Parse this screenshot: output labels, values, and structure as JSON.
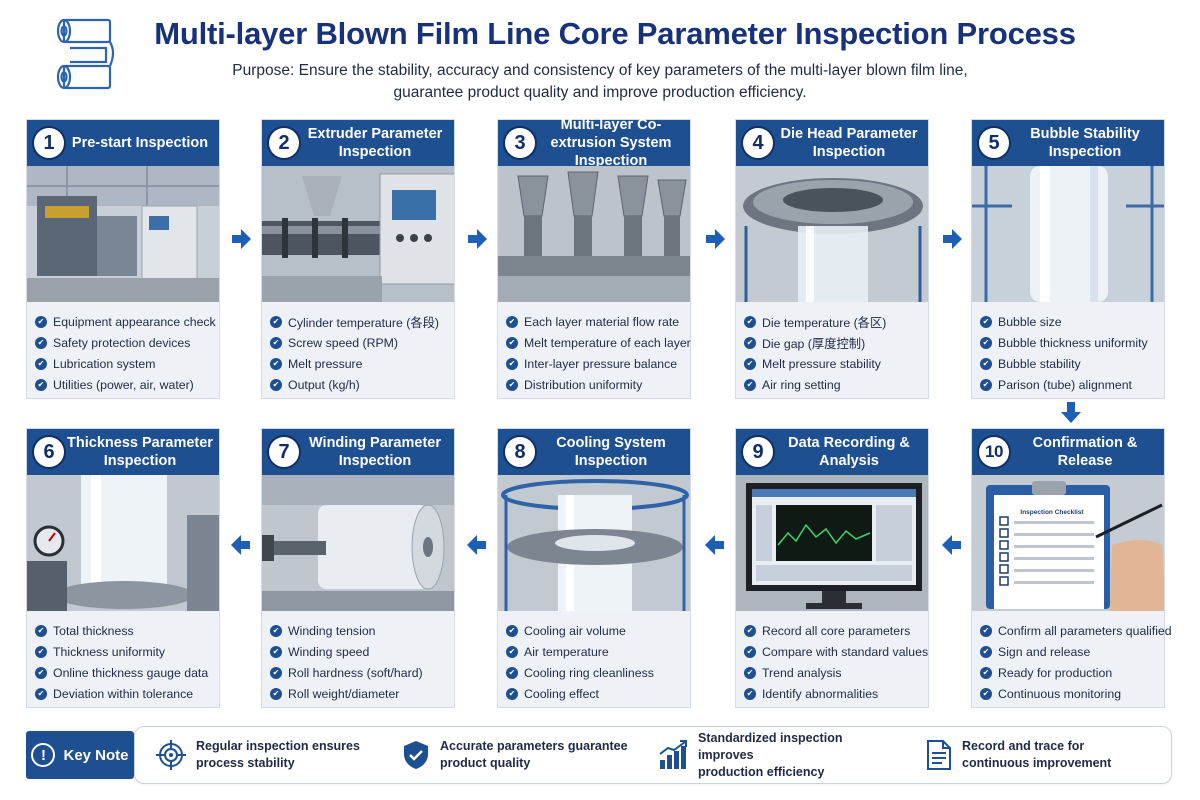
{
  "header": {
    "title": "Multi-layer Blown Film Line Core Parameter Inspection Process",
    "purpose_line1": "Purpose: Ensure the stability, accuracy and consistency of key parameters of the multi-layer blown film line,",
    "purpose_line2": "guarantee product quality and improve production efficiency."
  },
  "steps": [
    {
      "num": "1",
      "title": "Pre-start Inspection",
      "items": [
        "Equipment appearance check",
        "Safety protection devices",
        "Lubrication system",
        "Utilities (power, air, water)"
      ]
    },
    {
      "num": "2",
      "title": "Extruder Parameter Inspection",
      "items": [
        "Cylinder temperature (各段)",
        "Screw speed (RPM)",
        "Melt pressure",
        "Output (kg/h)"
      ]
    },
    {
      "num": "3",
      "title": "Multi-layer Co-extrusion System Inspection",
      "items": [
        "Each layer material flow rate",
        "Melt temperature of each layer",
        "Inter-layer pressure balance",
        "Distribution uniformity"
      ]
    },
    {
      "num": "4",
      "title": "Die Head Parameter Inspection",
      "items": [
        "Die temperature (各区)",
        "Die gap (厚度控制)",
        "Melt pressure stability",
        "Air ring setting"
      ]
    },
    {
      "num": "5",
      "title": "Bubble Stability Inspection",
      "items": [
        "Bubble size",
        "Bubble thickness uniformity",
        "Bubble stability",
        "Parison (tube) alignment"
      ]
    },
    {
      "num": "6",
      "title": "Thickness Parameter Inspection",
      "items": [
        "Total thickness",
        "Thickness uniformity",
        "Online thickness gauge data",
        "Deviation within tolerance"
      ]
    },
    {
      "num": "7",
      "title": "Winding Parameter Inspection",
      "items": [
        "Winding tension",
        "Winding speed",
        "Roll hardness (soft/hard)",
        "Roll weight/diameter"
      ]
    },
    {
      "num": "8",
      "title": "Cooling System Inspection",
      "items": [
        "Cooling air volume",
        "Air temperature",
        "Cooling ring cleanliness",
        "Cooling effect"
      ]
    },
    {
      "num": "9",
      "title": "Data Recording & Analysis",
      "items": [
        "Record all core parameters",
        "Compare with standard values",
        "Trend analysis",
        "Identify abnormalities"
      ]
    },
    {
      "num": "10",
      "title": "Confirmation & Release",
      "items": [
        "Confirm all parameters qualified",
        "Sign and release",
        "Ready for production",
        "Continuous monitoring"
      ]
    }
  ],
  "photo_text": {
    "checklist_title": "Inspection Checklist"
  },
  "key_note": {
    "label": "Key Note",
    "items": [
      {
        "icon": "target-icon",
        "line1": "Regular inspection ensures",
        "line2": "process stability"
      },
      {
        "icon": "shield-check-icon",
        "line1": "Accurate parameters guarantee",
        "line2": "product quality"
      },
      {
        "icon": "growth-chart-icon",
        "line1": "Standardized inspection improves",
        "line2": "production efficiency"
      },
      {
        "icon": "document-icon",
        "line1": "Record and trace for",
        "line2": "continuous improvement"
      }
    ]
  },
  "colors": {
    "title": "#17327a",
    "header_blue": "#1d4f91",
    "card_bg": "#eef2f7",
    "arrow": "#1d5fb4"
  }
}
